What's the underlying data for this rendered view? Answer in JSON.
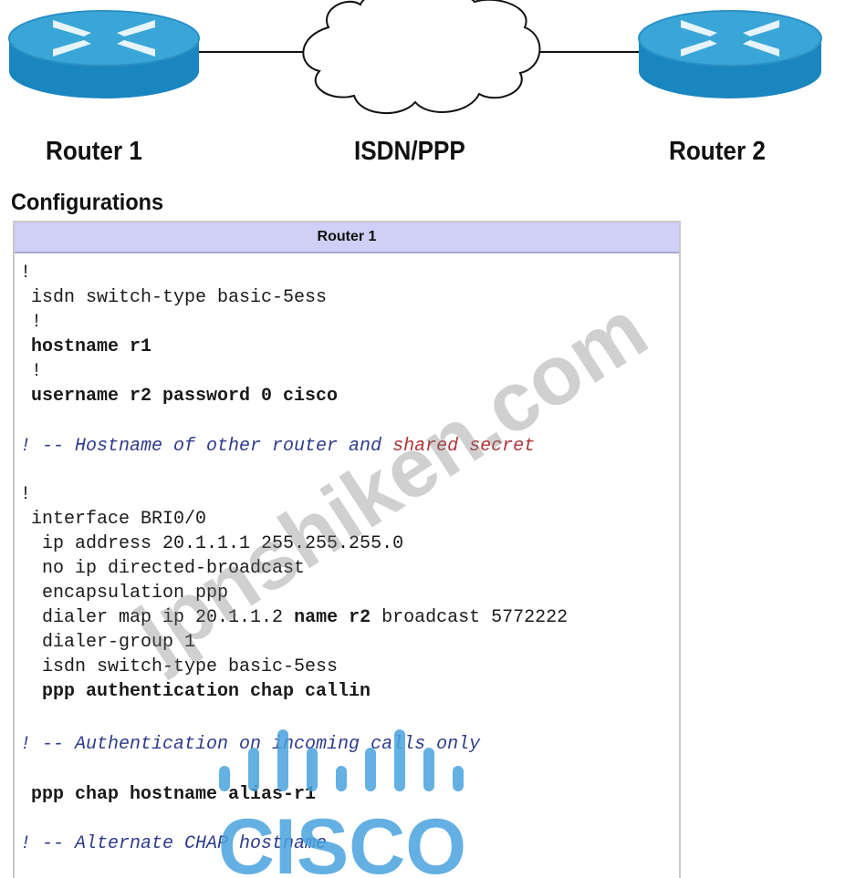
{
  "diagram": {
    "nodes": {
      "router1_label": "Router 1",
      "cloud_label": "ISDN/PPP",
      "router2_label": "Router 2"
    },
    "colors": {
      "router_top": "#3aa6d8",
      "router_side": "#1a86bf",
      "cloud_stroke": "#111111"
    }
  },
  "section": {
    "heading": "Configurations"
  },
  "config": {
    "header": "Router 1",
    "lines": [
      {
        "text": "!",
        "style": "plain"
      },
      {
        "text": " isdn switch-type basic-5ess",
        "style": "plain"
      },
      {
        "text": " !",
        "style": "plain"
      },
      {
        "text": " hostname r1",
        "style": "bold"
      },
      {
        "text": " !",
        "style": "plain"
      },
      {
        "text": " username r2 password 0 cisco",
        "style": "bold"
      },
      {
        "text": "! -- Hostname of other router and ",
        "red": "shared secret",
        "style": "comment"
      },
      {
        "text": "!",
        "style": "plain"
      },
      {
        "text": " interface BRI0/0",
        "style": "plain"
      },
      {
        "text": "  ip address 20.1.1.1 255.255.255.0",
        "style": "plain"
      },
      {
        "text": "  no ip directed-broadcast",
        "style": "plain"
      },
      {
        "text": "  encapsulation ppp",
        "style": "plain"
      },
      {
        "text": "  dialer map ip 20.1.1.2 ",
        "bold_part": "name r2",
        "tail": " broadcast 5772222",
        "style": "mixed"
      },
      {
        "text": "  dialer-group 1",
        "style": "plain"
      },
      {
        "text": "  isdn switch-type basic-5ess",
        "style": "plain"
      },
      {
        "text": "  ppp authentication chap callin",
        "style": "bold"
      },
      {
        "text": "! -- Authentication on incoming calls only",
        "style": "comment"
      },
      {
        "text": " ppp chap hostname alias-r1",
        "style": "bold"
      },
      {
        "text": "! -- Alternate CHAP hostname",
        "style": "comment"
      }
    ]
  },
  "watermark": {
    "site": "jpnshiken.com",
    "logo_text": "CISCO",
    "logo_color": "#4aa3df"
  }
}
